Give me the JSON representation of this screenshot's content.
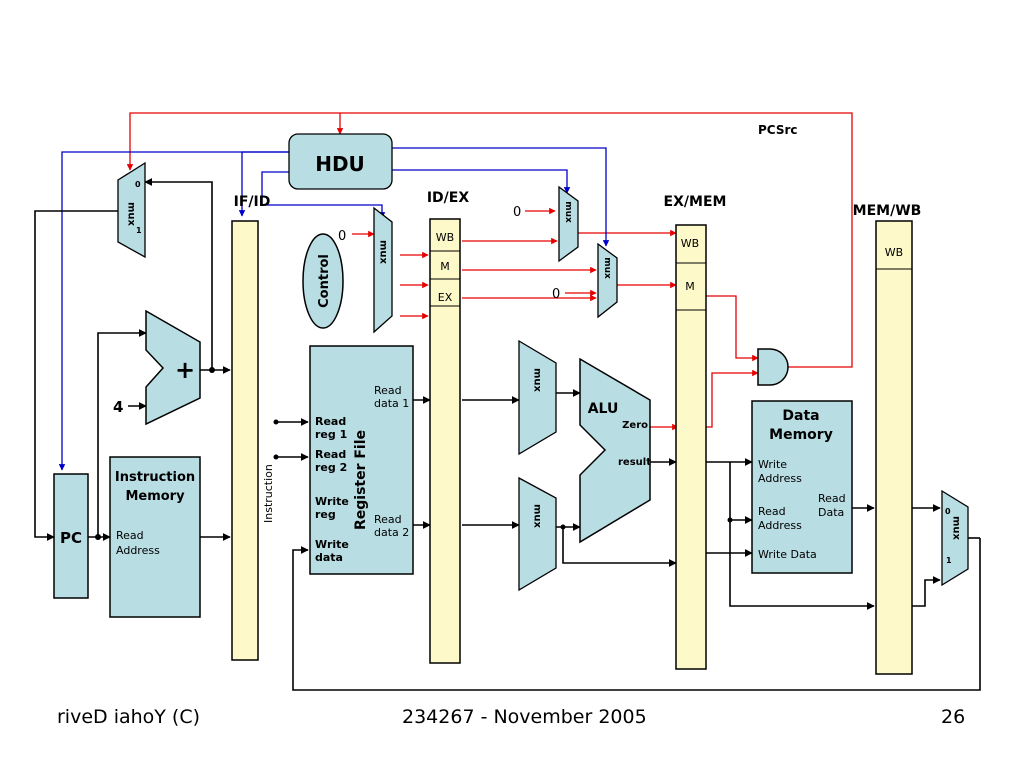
{
  "units": {
    "hdu": "HDU",
    "pcsrc": "PCSrc",
    "pc": "PC",
    "control": "Control",
    "alu": "ALU",
    "zero": "Zero",
    "result": "result",
    "adder_plus": "+",
    "const_four": "4",
    "const_zero": "0",
    "mux_label": "mux",
    "mux_in0": "0",
    "mux_in1": "1"
  },
  "pipeline_registers": {
    "if_id": "IF/ID",
    "id_ex": "ID/EX",
    "ex_mem": "EX/MEM",
    "mem_wb": "MEM/WB",
    "wb": "WB",
    "m": "M",
    "ex": "EX"
  },
  "instruction_memory": {
    "title_1": "Instruction",
    "title_2": "Memory",
    "read_1": "Read",
    "read_2": "Address",
    "instruction": "Instruction"
  },
  "register_file": {
    "title": "Register File",
    "read_reg1_a": "Read",
    "read_reg1_b": "reg 1",
    "read_reg2_a": "Read",
    "read_reg2_b": "reg 2",
    "write_reg_a": "Write",
    "write_reg_b": "reg",
    "write_data_a": "Write",
    "write_data_b": "data",
    "read_data1_a": "Read",
    "read_data1_b": "data 1",
    "read_data2_a": "Read",
    "read_data2_b": "data 2"
  },
  "data_memory": {
    "title_1": "Data",
    "title_2": "Memory",
    "write_addr_1": "Write",
    "write_addr_2": "Address",
    "read_addr_1": "Read",
    "read_addr_2": "Address",
    "write_data": "Write Data",
    "read_data_1": "Read",
    "read_data_2": "Data"
  },
  "footer": {
    "author": "riveD iahoY  (C)",
    "course": "234267 - November 2005",
    "page": "26"
  },
  "colors": {
    "unit_fill": "#b8dde3",
    "register_fill": "#fdf9c8",
    "control_wire": "#e60000",
    "hazard_wire": "#0000cc",
    "data_wire": "#000000"
  }
}
